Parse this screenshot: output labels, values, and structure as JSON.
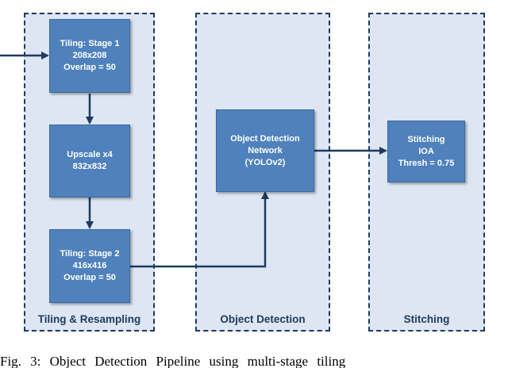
{
  "panels": {
    "tiling": {
      "label": "Tiling & Resampling"
    },
    "detection": {
      "label": "Object Detection"
    },
    "stitching": {
      "label": "Stitching"
    }
  },
  "blocks": {
    "tiling_stage1": [
      "Tiling: Stage 1",
      "208x208",
      "Overlap = 50"
    ],
    "upscale": [
      "Upscale x4",
      "832x832"
    ],
    "tiling_stage2": [
      "Tiling: Stage 2",
      "416x416",
      "Overlap = 50"
    ],
    "object_detection": [
      "Object Detection",
      "Network",
      "(YOLOv2)"
    ],
    "stitching": [
      "Stitching",
      "IOA",
      "Thresh = 0.75"
    ]
  },
  "caption": "Fig. 3: Object Detection Pipeline using multi-stage tiling"
}
